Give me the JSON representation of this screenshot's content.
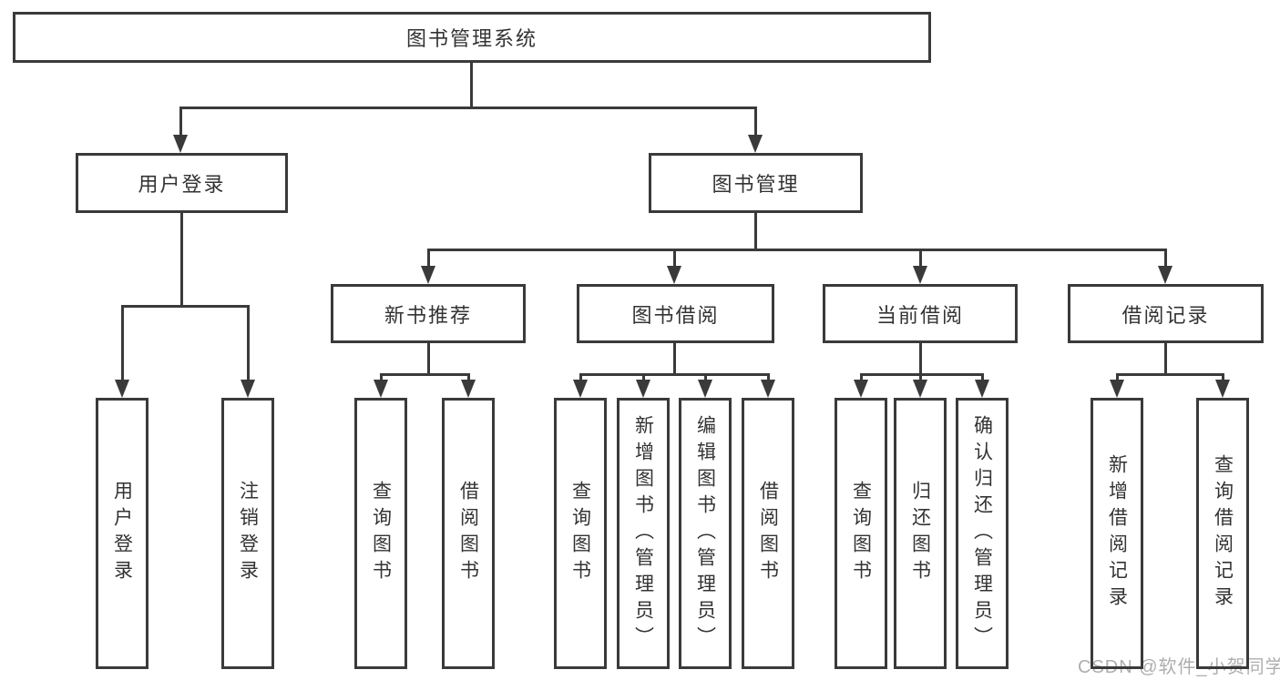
{
  "diagram": {
    "root": "图书管理系统",
    "user_login": {
      "label": "用户登录",
      "children": [
        "用户登录",
        "注销登录"
      ]
    },
    "book_management": {
      "label": "图书管理",
      "groups": [
        {
          "label": "新书推荐",
          "children": [
            "查询图书",
            "借阅图书"
          ]
        },
        {
          "label": "图书借阅",
          "children": [
            "查询图书",
            "新增图书（管理员）",
            "编辑图书（管理员）",
            "借阅图书"
          ]
        },
        {
          "label": "当前借阅",
          "children": [
            "查询图书",
            "归还图书",
            "确认归还（管理员）"
          ]
        },
        {
          "label": "借阅记录",
          "children": [
            "新增借阅记录",
            "查询借阅记录"
          ]
        }
      ]
    }
  },
  "watermark": "CSDN @软件_小贺同学",
  "colors": {
    "background": "#ffffff",
    "line": "#3a3a3c",
    "text": "#333333",
    "watermark": "#aeaeb0"
  }
}
